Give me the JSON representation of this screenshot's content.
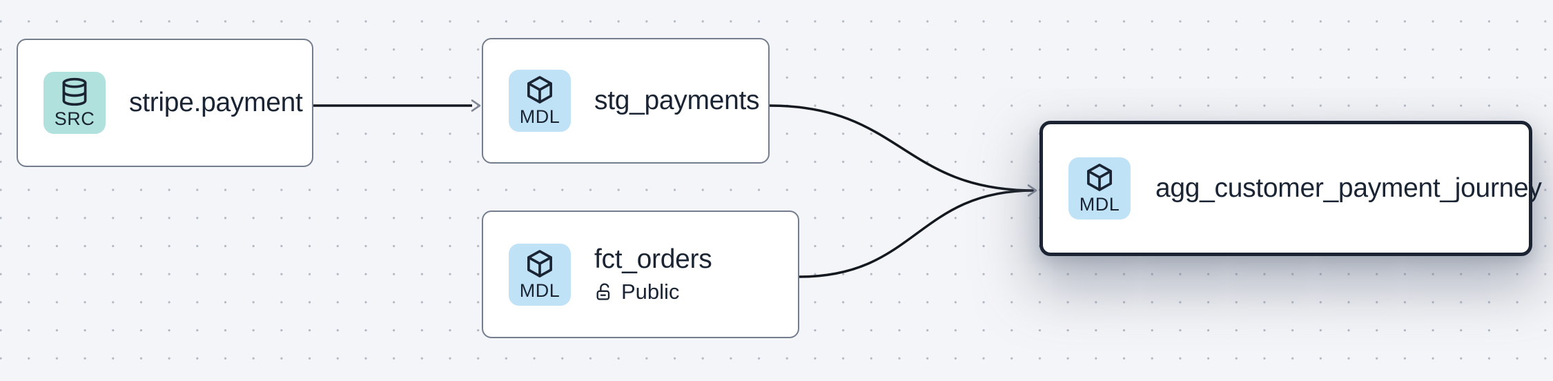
{
  "app": {
    "view": "lineage-graph"
  },
  "colors": {
    "background": "#f4f5f8",
    "grid_dot": "#b3b9c3",
    "node_background": "#ffffff",
    "node_border": "#747d8e",
    "selected_node_border": "#1c2433",
    "text": "#1a2433",
    "badge_source_background": "#b0e1dc",
    "badge_model_background": "#bfe2f7",
    "edge_line": "#14181f",
    "edge_arrowhead": "#7f8795"
  },
  "nodes": [
    {
      "id": "stripe.payment",
      "label": "stripe.payment",
      "badge": "SRC",
      "type": "source",
      "icon": "database-icon",
      "selected": false
    },
    {
      "id": "stg_payments",
      "label": "stg_payments",
      "badge": "MDL",
      "type": "model",
      "icon": "cube-icon",
      "selected": false
    },
    {
      "id": "fct_orders",
      "label": "fct_orders",
      "badge": "MDL",
      "type": "model",
      "icon": "cube-icon",
      "access": "Public",
      "access_icon": "lock-open-icon",
      "selected": false
    },
    {
      "id": "agg_customer_payment_journey",
      "label": "agg_customer_payment_journey",
      "badge": "MDL",
      "type": "model",
      "icon": "cube-icon",
      "selected": true
    }
  ],
  "edges": [
    {
      "from": "stripe.payment",
      "to": "stg_payments"
    },
    {
      "from": "stg_payments",
      "to": "agg_customer_payment_journey"
    },
    {
      "from": "fct_orders",
      "to": "agg_customer_payment_journey"
    }
  ]
}
